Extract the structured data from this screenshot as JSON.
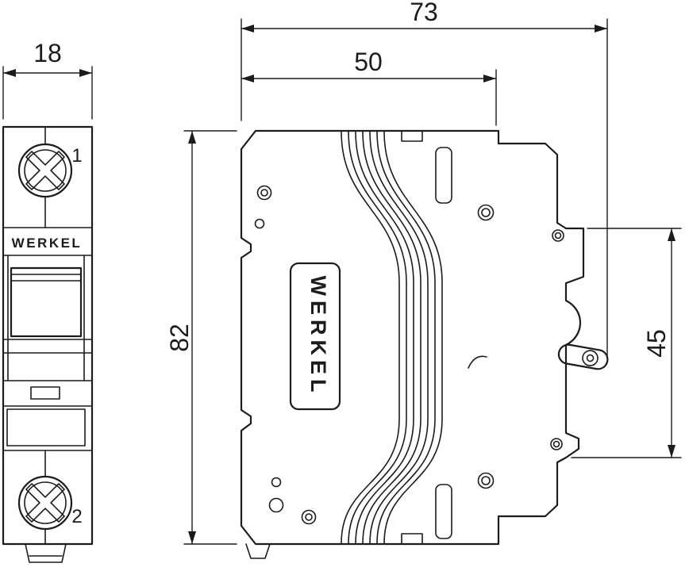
{
  "drawing": {
    "type": "technical-dimension-drawing",
    "subject": "single-pole circuit breaker, front and side views",
    "dims": {
      "front_width": "18",
      "overall_depth": "73",
      "body_depth": "50",
      "height": "82",
      "din_zone_height": "45"
    },
    "brand_front": "WERKEL",
    "brand_side": "WERKEL",
    "terminal_top": "1",
    "terminal_bottom": "2",
    "colors": {
      "line": "#1c1c1c",
      "background": "#ffffff"
    }
  }
}
